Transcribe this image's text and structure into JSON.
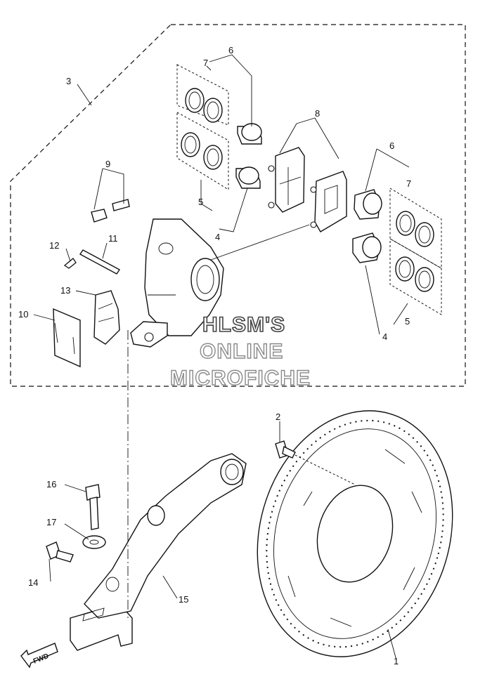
{
  "diagram": {
    "callouts": {
      "p1": "1",
      "p2": "2",
      "p3": "3",
      "p4a": "4",
      "p4b": "4",
      "p5a": "5",
      "p5b": "5",
      "p6a": "6",
      "p6b": "6",
      "p7a": "7",
      "p7b": "7",
      "p8": "8",
      "p9": "9",
      "p10": "10",
      "p11": "11",
      "p12": "12",
      "p13": "13",
      "p14": "14",
      "p15": "15",
      "p16": "16",
      "p17": "17"
    },
    "watermark": {
      "line1": "HLSM'S",
      "line2": "ONLINE",
      "line3": "MICROFICHE"
    },
    "direction_label": "FWD"
  }
}
